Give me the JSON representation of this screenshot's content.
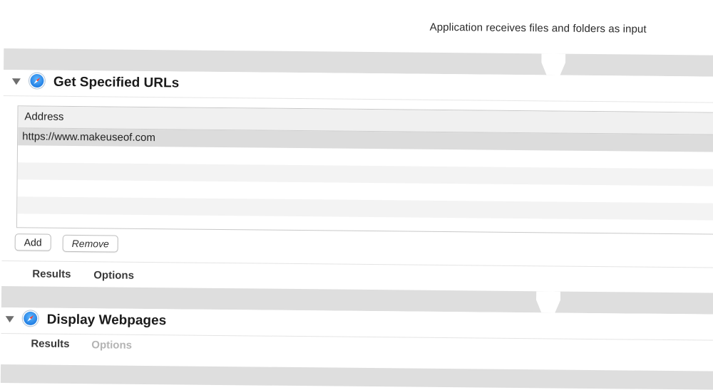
{
  "workflow": {
    "input_caption": "Application receives files and folders as input"
  },
  "actions": [
    {
      "title": "Get Specified URLs",
      "icon": "safari-compass-icon",
      "table": {
        "column_header": "Address",
        "rows": [
          "https://www.makeuseof.com"
        ]
      },
      "buttons": {
        "add": "Add",
        "remove": "Remove"
      },
      "tabs": {
        "results": "Results",
        "options": "Options"
      }
    },
    {
      "title": "Display Webpages",
      "icon": "safari-compass-icon",
      "tabs": {
        "results": "Results",
        "options": "Options"
      }
    }
  ],
  "colors": {
    "band_gray": "#dedede",
    "safari_blue": "#1a78e0",
    "disabled_text": "#b4b4b4"
  }
}
